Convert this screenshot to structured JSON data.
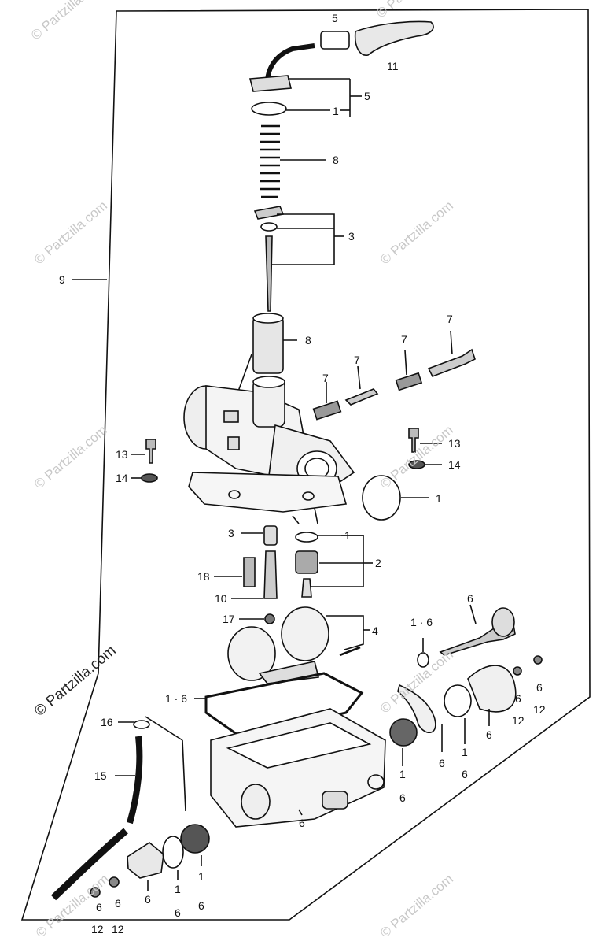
{
  "watermark": {
    "faint": "© Partzilla.com",
    "strong": "© Partzilla.com"
  },
  "callouts": {
    "c_5_top": "5",
    "c_11": "11",
    "c_5_cap": "5",
    "c_1_oring_top": "1",
    "c_8_spring": "8",
    "c_3_needle": "3",
    "c_9": "9",
    "c_8_slide": "8",
    "c_7_a": "7",
    "c_7_b": "7",
    "c_7_c": "7",
    "c_7_d": "7",
    "c_13_left": "13",
    "c_14_left": "14",
    "c_13_right": "13",
    "c_14_right": "14",
    "c_1_oring_right": "1",
    "c_3_jet": "3",
    "c_1_seat": "1",
    "c_2_valve": "2",
    "c_18": "18",
    "c_10": "10",
    "c_17": "17",
    "c_4_float": "4",
    "c_6_screw": "6",
    "c_1_6_a": "1 · 6",
    "c_1_6_gasket": "1 · 6",
    "c_16": "16",
    "c_15": "15",
    "c_6_body": "6",
    "c_6_12_a_top": "6",
    "c_6_12_a_bot": "12",
    "c_6_12_b_top": "6",
    "c_6_12_b_bot": "12",
    "c_6_cover": "6",
    "c_1_6_ring_top": "1",
    "c_1_6_ring_bot": "6",
    "c_6_plate": "6",
    "c_1_6_diaph_top": "1",
    "c_1_6_diaph_bot": "6",
    "c_6_bl": "6",
    "c_6_bl2": "6",
    "c_12_bl": "12",
    "c_12_bl2": "12",
    "c_6_cap_b": "6",
    "c_1_6_b_top": "1",
    "c_1_6_b_bot": "6",
    "c_1_6_c_top": "1",
    "c_1_6_c_bot": "6"
  }
}
